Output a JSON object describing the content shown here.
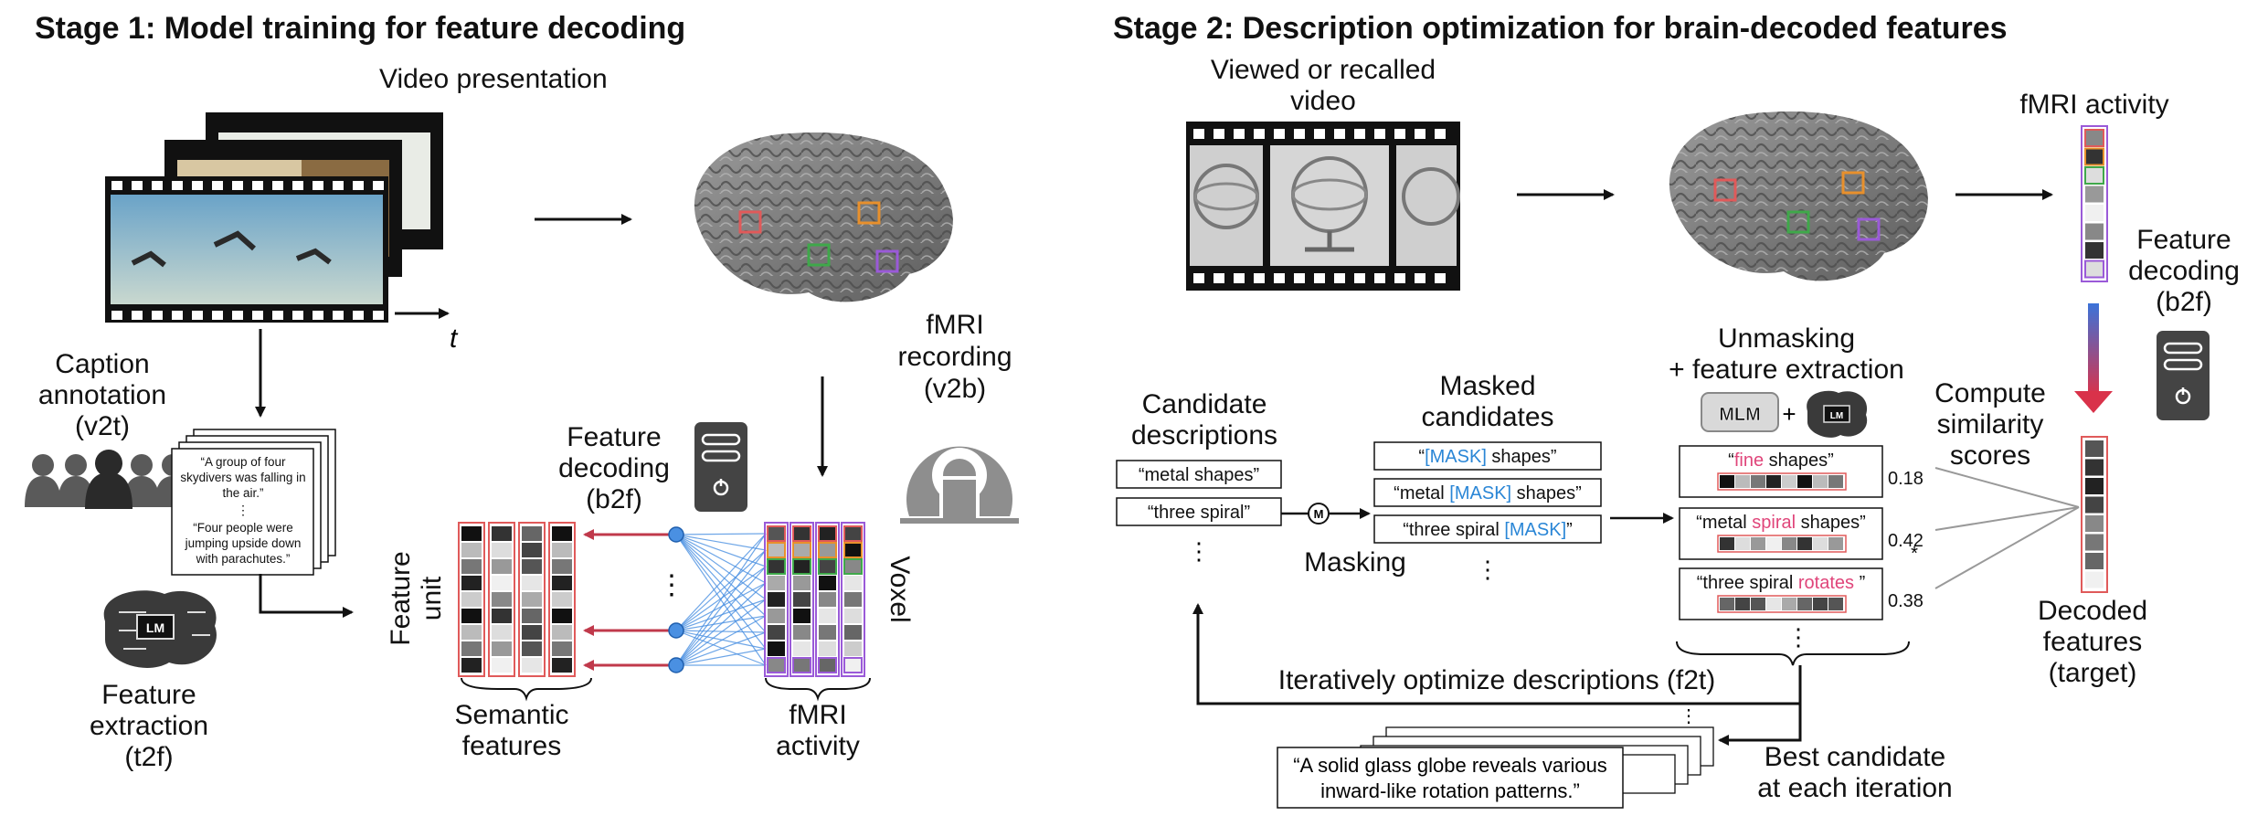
{
  "stage1": {
    "title": "Stage 1: Model training for feature decoding",
    "video_presentation": "Video presentation",
    "time_label": "t",
    "caption_annotation": [
      "Caption",
      "annotation",
      "(v2t)"
    ],
    "fmri_recording": [
      "fMRI",
      "recording",
      "(v2b)"
    ],
    "caption_card": {
      "line1": [
        "“A group of four",
        "skydivers was falling in",
        "the air.”"
      ],
      "ellipsis": "⋮",
      "line2": [
        "“Four people were",
        "jumping upside down",
        "with parachutes.”"
      ]
    },
    "lm_chip_label": "LM",
    "feature_extraction": [
      "Feature",
      "extraction",
      "(t2f)"
    ],
    "feature_decoding": [
      "Feature",
      "decoding",
      "(b2f)"
    ],
    "feature_unit": [
      "Feature",
      "unit"
    ],
    "voxel": "Voxel",
    "semantic_features": [
      "Semantic",
      "features"
    ],
    "fmri_activity": [
      "fMRI",
      "activity"
    ],
    "dots": "⋮"
  },
  "stage2": {
    "title": "Stage 2: Description optimization for brain-decoded features",
    "viewed_video": [
      "Viewed or recalled",
      "video"
    ],
    "fmri_activity": "fMRI activity",
    "feature_decoding": [
      "Feature",
      "decoding",
      "(b2f)"
    ],
    "candidate_descriptions": [
      "Candidate",
      "descriptions"
    ],
    "candidates": [
      "“metal shapes”",
      "“three spiral”"
    ],
    "masking_symbol": "M",
    "masking": "Masking",
    "masked_candidates": [
      "Masked",
      "candidates"
    ],
    "masked": [
      {
        "pre": "“",
        "mask": "[MASK]",
        "post": " shapes”"
      },
      {
        "pre": "“metal ",
        "mask": "[MASK]",
        "post": " shapes”"
      },
      {
        "pre": "“three spiral  ",
        "mask": "[MASK]",
        "post": "”"
      }
    ],
    "unmasking": [
      "Unmasking",
      "+ feature extraction"
    ],
    "mlm_label": "MLM",
    "plus": "+",
    "lm_label": "LM",
    "unmasked": [
      {
        "pre": "“",
        "hl": "fine",
        "post": " shapes”",
        "score": "0.18"
      },
      {
        "pre": "“metal ",
        "hl": "spiral",
        "post": " shapes”",
        "score": "0.42"
      },
      {
        "pre": "“three spiral ",
        "hl": "rotates",
        "post": " ”",
        "score": "0.38"
      }
    ],
    "star": "*",
    "compute_similarity": [
      "Compute",
      "similarity",
      "scores"
    ],
    "decoded_features": [
      "Decoded",
      "features",
      "(target)"
    ],
    "iterative": "Iteratively optimize descriptions (f2t)",
    "best_candidate": [
      "Best candidate",
      "at each iteration"
    ],
    "final_description": [
      "“A solid glass globe reveals various",
      "inward-like rotation patterns.”"
    ],
    "dots": "⋮"
  },
  "colors": {
    "red": "#e05a5a",
    "blue": "#2a86d6",
    "pink": "#e0457a",
    "orange": "#e8902c",
    "green": "#3fa84a",
    "purple": "#9a5ad8",
    "dark": "#333333",
    "brain": "#8a8a8a"
  }
}
